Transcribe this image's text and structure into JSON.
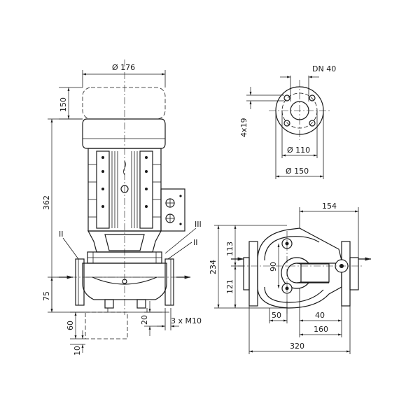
{
  "dimensions": {
    "motor_diameter": "Ø 176",
    "motor_clearance": "150",
    "overall_height": "362",
    "pipe_axis_height": "75",
    "base_height": "60",
    "base_thickness": "10",
    "foot_height": "20",
    "mounting_bolts": "3 x M10",
    "flange_dn": "DN 40",
    "flange_bolts": "4x19",
    "bolt_circle": "Ø 110",
    "flange_diameter": "Ø 150",
    "plan_offset": "154",
    "plan_top": "113",
    "plan_bottom": "121",
    "plan_total_height": "234",
    "foot_spacing": "90",
    "dim_50": "50",
    "dim_40": "40",
    "dim_160": "160",
    "overall_length": "320"
  },
  "callouts": {
    "marker_ii_left": "II",
    "marker_iii": "III",
    "marker_ii_right": "II"
  }
}
